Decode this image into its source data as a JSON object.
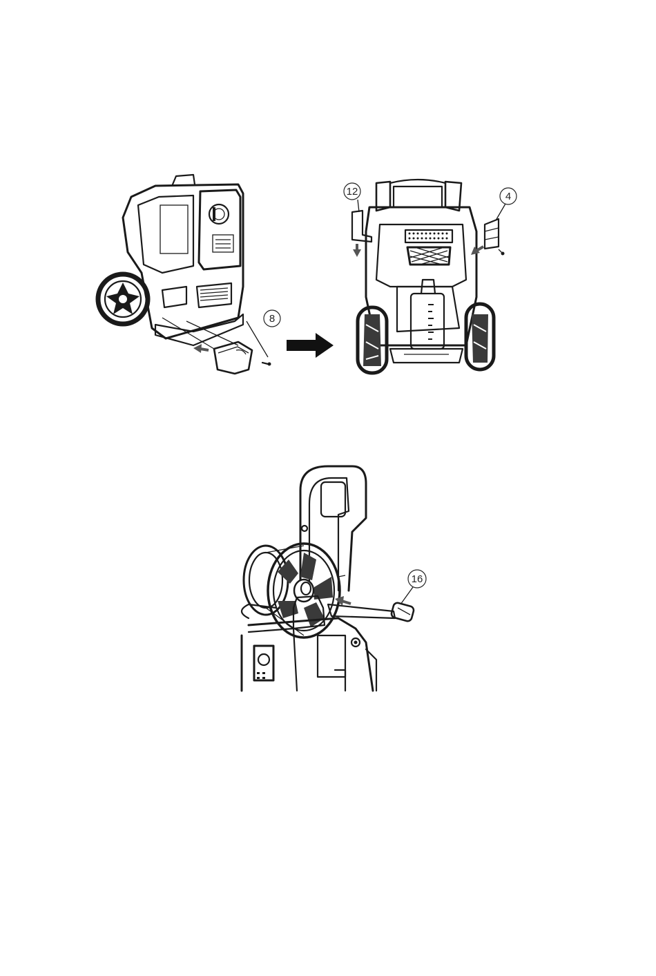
{
  "figures": [
    {
      "id": "fig-base-cover",
      "callouts": [
        "8"
      ]
    },
    {
      "id": "fig-rear-brackets",
      "callouts": [
        "12",
        "4"
      ]
    },
    {
      "id": "fig-hose-reel-handle",
      "callouts": [
        "16"
      ]
    }
  ],
  "icons": {
    "transition": "right-arrow-icon",
    "direction": "small-arrow-icon"
  },
  "colors": {
    "line": "#1a1a1a",
    "arrow": "#555555",
    "background": "#ffffff"
  }
}
